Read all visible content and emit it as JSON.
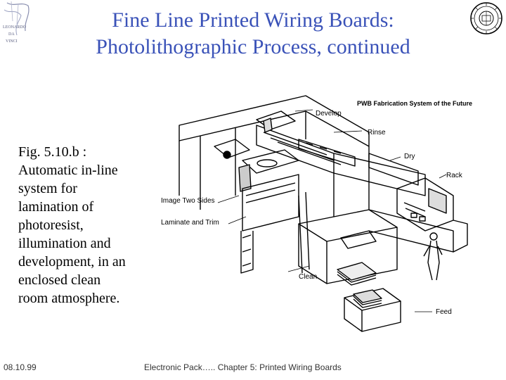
{
  "title": {
    "line1": "Fine Line Printed Wiring Boards:",
    "line2": "Photolithographic  Process, continued"
  },
  "caption": {
    "lines": [
      "Fig. 5.10.b :",
      "Automatic in-line",
      "system for",
      "lamination of",
      "photoresist,",
      "illumination and",
      "development, in an",
      "enclosed clean",
      "room atmosphere."
    ]
  },
  "figure": {
    "heading": "PWB Fabrication System of the Future",
    "labels": {
      "develop": "Develop",
      "rinse": "Rinse",
      "dry": "Dry",
      "rack": "Rack",
      "image": "Image Two Sides",
      "laminate": "Laminate and Trim",
      "clean": "Clean",
      "feed": "Feed"
    }
  },
  "logos": {
    "left_text": [
      "LEONARDO",
      "DA",
      "VINCI"
    ]
  },
  "footer": {
    "date": "08.10.99",
    "center": "Electronic Pack…..  Chapter 5: Printed Wiring Boards"
  },
  "colors": {
    "title": "#3a52b8",
    "text": "#000000"
  }
}
